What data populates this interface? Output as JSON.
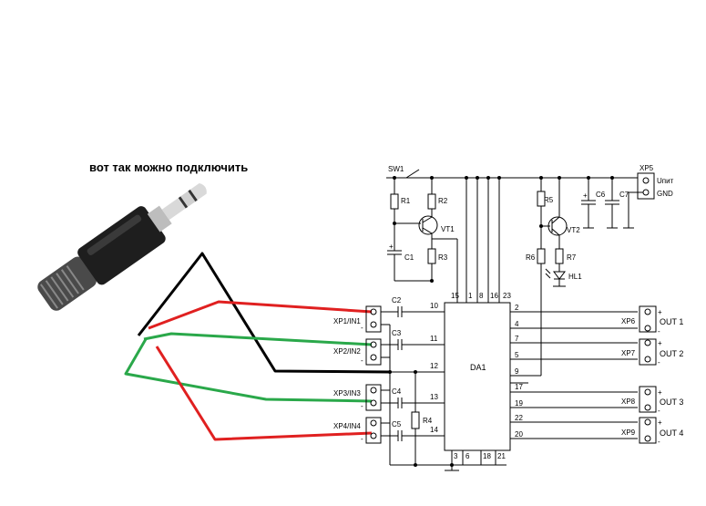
{
  "caption": "вот так можно подключить",
  "components": {
    "sw": "SW1",
    "r1": "R1",
    "r2": "R2",
    "r3": "R3",
    "r4": "R4",
    "r5": "R5",
    "r6": "R6",
    "r7": "R7",
    "c1": "C1",
    "c2": "C2",
    "c3": "C3",
    "c4": "C4",
    "c5": "C5",
    "c6": "C6",
    "c7": "C7",
    "vt1": "VT1",
    "vt2": "VT2",
    "hl1": "HL1",
    "da1": "DA1"
  },
  "power": {
    "connector": "XP5",
    "upit": "Uпит",
    "gnd": "GND"
  },
  "inputs": [
    "XP1/IN1",
    "XP2/IN2",
    "XP3/IN3",
    "XP4/IN4"
  ],
  "outputs": [
    {
      "connector": "XP6",
      "label": "OUT 1"
    },
    {
      "connector": "XP7",
      "label": "OUT 2"
    },
    {
      "connector": "XP8",
      "label": "OUT 3"
    },
    {
      "connector": "XP9",
      "label": "OUT 4"
    }
  ],
  "ic_pins": {
    "top": [
      "15",
      "1",
      "8",
      "16",
      "23"
    ],
    "left": [
      "10",
      "11",
      "12",
      "13",
      "14"
    ],
    "right": [
      "2",
      "4",
      "7",
      "5",
      "9",
      "17",
      "19",
      "22",
      "20"
    ],
    "bottom": [
      "3",
      "6",
      "18",
      "21"
    ]
  },
  "signs": {
    "plus": "+",
    "minus": "-"
  },
  "wire_colors": {
    "black": "#000000",
    "red": "#e02020",
    "green": "#2aa84a"
  }
}
